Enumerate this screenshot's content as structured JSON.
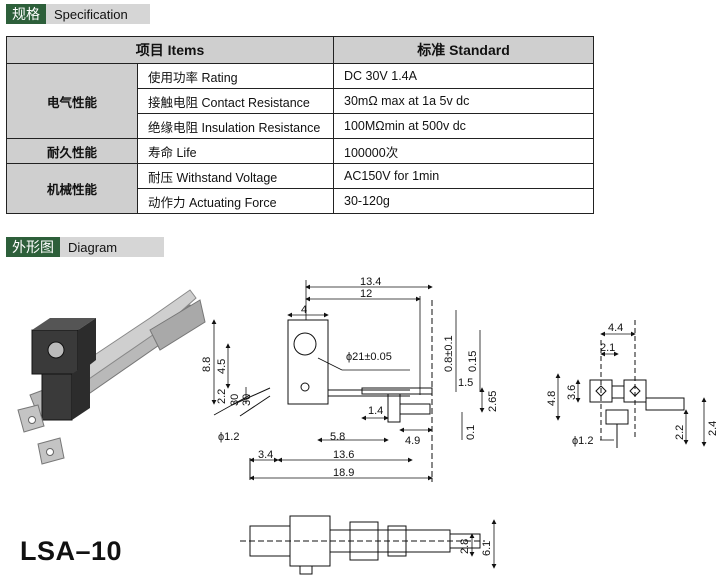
{
  "spec_header": {
    "zh": "规格",
    "en": "Specification"
  },
  "table": {
    "head": {
      "items": "项目 Items",
      "standard": "标准 Standard"
    },
    "groups": [
      {
        "category": "电气性能",
        "rows": [
          {
            "item": "使用功率 Rating",
            "value": "DC 30V 1.4A"
          },
          {
            "item": "接触电阻 Contact Resistance",
            "value": "30mΩ max at 1a 5v dc"
          },
          {
            "item": "绝缘电阻 Insulation Resistance",
            "value": "100MΩmin at 500v dc"
          }
        ]
      },
      {
        "category": "耐久性能",
        "rows": [
          {
            "item": "寿命 Life",
            "value": "100000次"
          }
        ]
      },
      {
        "category": "机械性能",
        "rows": [
          {
            "item": "耐压 Withstand Voltage",
            "value": "AC150V for 1min"
          },
          {
            "item": "动作力 Actuating Force",
            "value": "30-120g"
          }
        ]
      }
    ]
  },
  "diagram_header": {
    "zh": "外形图",
    "en": "Diagram"
  },
  "model": "LSA–10",
  "dims": {
    "d13_4": "13.4",
    "d12": "12",
    "d4": "4",
    "d0_8": "0.8±0.1",
    "d0_15": "0.15",
    "d1_5": "1.5",
    "d2_65": "2.65",
    "d0_1": "0.1",
    "d4_9": "4.9",
    "d1_4": "1.4",
    "d5_8": "5.8",
    "d13_6": "13.6",
    "d3_4": "3.4",
    "d18_9": "18.9",
    "d8_8": "8.8",
    "d4_5": "4.5",
    "d2_2": "2.2",
    "d30a": "30",
    "d30b": "30",
    "dphi12": "ϕ1.2",
    "dphi21": "ϕ21±0.05",
    "r4_4": "4.4",
    "r2_1": "2.1",
    "r4_8": "4.8",
    "r3_6": "3.6",
    "r2_2": "2.2",
    "r2_4": "2.4",
    "rphi12": "ϕ1.2",
    "b2_8": "2.8",
    "b6_1": "6.1"
  },
  "colors": {
    "header_green": "#2d5f3a",
    "header_grey": "#d6d6d6",
    "table_grey": "#cfcfcf"
  }
}
